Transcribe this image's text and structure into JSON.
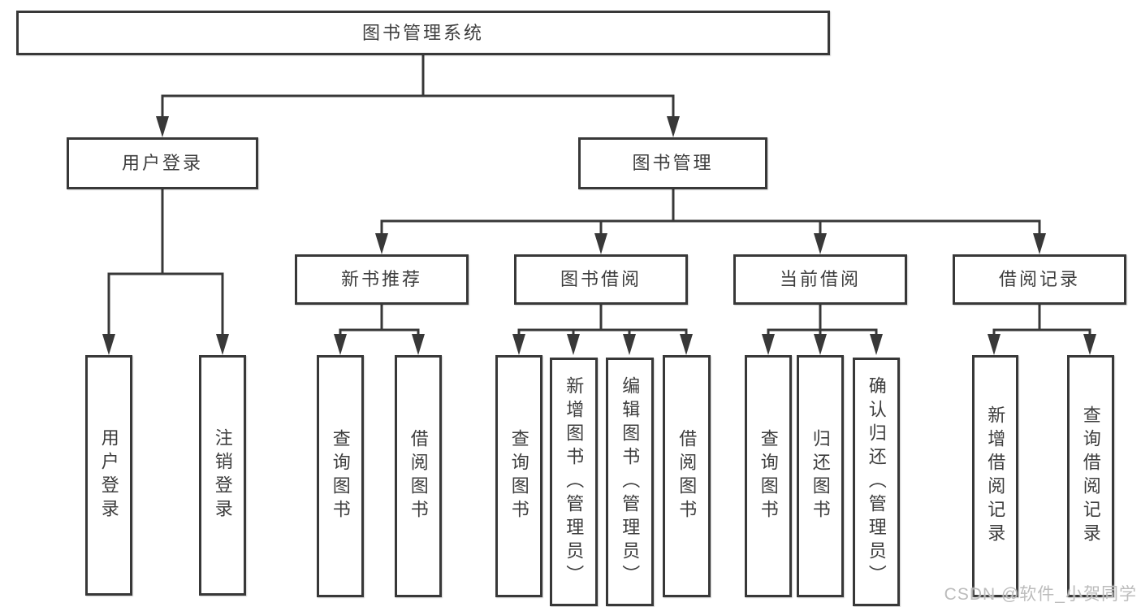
{
  "diagram": {
    "root": "图书管理系统",
    "login": {
      "label": "用户登录",
      "children": [
        "用户登录",
        "注销登录"
      ]
    },
    "management": {
      "label": "图书管理",
      "sections": {
        "new_books": {
          "label": "新书推荐",
          "children": [
            "查询图书",
            "借阅图书"
          ]
        },
        "borrow": {
          "label": "图书借阅",
          "children": [
            "查询图书",
            "新增图书（管理员）",
            "编辑图书（管理员）",
            "借阅图书"
          ]
        },
        "current": {
          "label": "当前借阅",
          "children": [
            "查询图书",
            "归还图书",
            "确认归还（管理员）"
          ]
        },
        "records": {
          "label": "借阅记录",
          "children": [
            "新增借阅记录",
            "查询借阅记录"
          ]
        }
      }
    }
  },
  "colors": {
    "line": "#383838",
    "box_border": "#383838",
    "text": "#3d3d3d",
    "watermark": "#b8b8b8",
    "background": "#ffffff"
  },
  "watermark": "CSDN @软件_小贺同学"
}
